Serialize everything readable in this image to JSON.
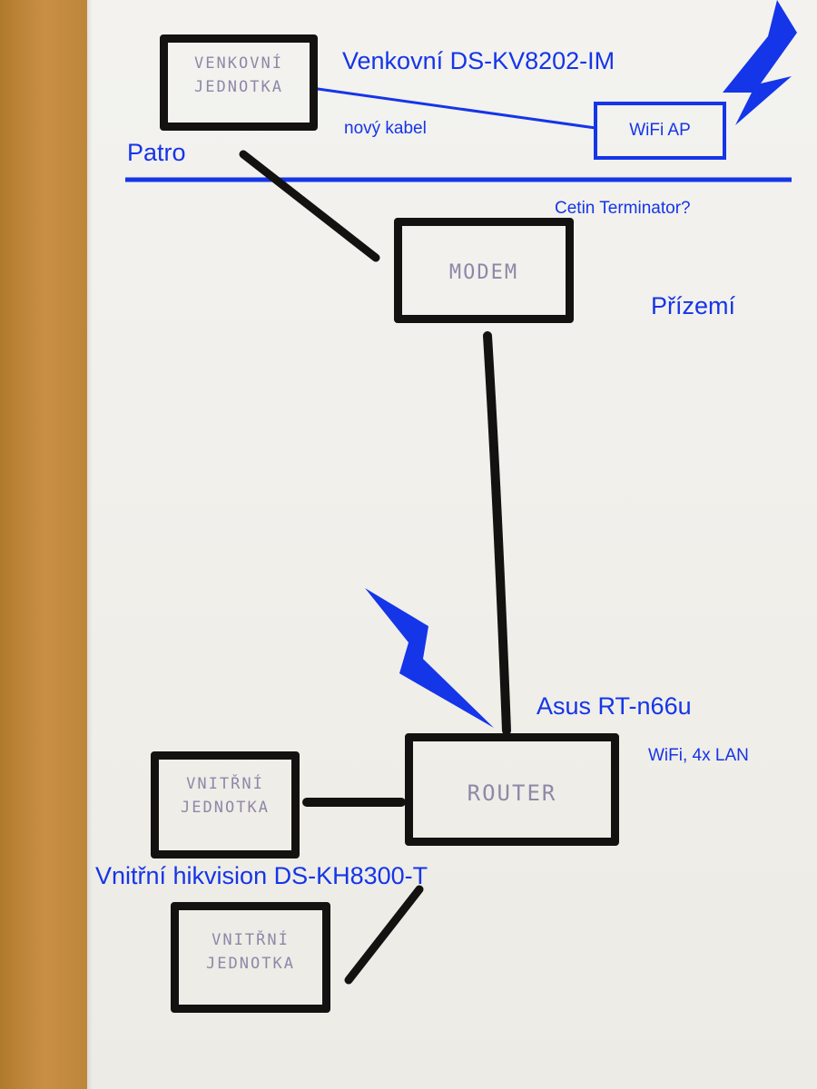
{
  "colors": {
    "ink": "#141210",
    "blue": "#1535e8",
    "pencil": "#8e88a8",
    "paper": "#f1f0ec",
    "desk": "#c08a3a"
  },
  "floors": {
    "upper": "Patro",
    "ground": "Přízemí"
  },
  "nodes": {
    "outdoor_unit": {
      "handwritten": "VENKOVNÍ\nJEDNOTKA",
      "label": "Venkovní DS-KV8202-IM"
    },
    "wifi_ap": {
      "label": "WiFi AP"
    },
    "modem": {
      "handwritten": "MODEM",
      "label": "Cetin Terminator?"
    },
    "router": {
      "handwritten": "ROUTER",
      "label": "Asus RT-n66u",
      "sublabel": "WiFi, 4x LAN"
    },
    "indoor_unit_1": {
      "handwritten": "VNITŘNÍ\nJEDNOTKA"
    },
    "indoor_unit_2": {
      "handwritten": "VNITŘNÍ\nJEDNOTKA"
    },
    "indoor_label": "Vnitřní hikvision DS-KH8300-T"
  },
  "edges": {
    "new_cable": "nový kabel"
  },
  "icons": [
    "wireless-bolt-icon",
    "wireless-bolt-icon"
  ]
}
